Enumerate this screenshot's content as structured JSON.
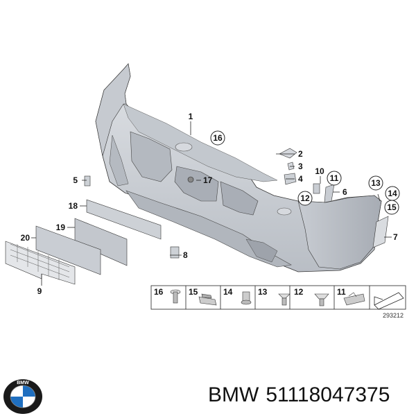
{
  "diagram": {
    "part_labels": {
      "p1": "1",
      "p2": "2",
      "p3": "3",
      "p4": "4",
      "p5": "5",
      "p6": "6",
      "p7": "7",
      "p8": "8",
      "p9": "9",
      "p10": "10",
      "p11": "11",
      "p12": "12",
      "p13": "13",
      "p14": "14",
      "p15": "15",
      "p16": "16",
      "p17": "17",
      "p18": "18",
      "p19": "19",
      "p20": "20"
    },
    "fastener_strip": [
      "16",
      "15",
      "14",
      "13",
      "12",
      "11"
    ],
    "diagram_code": "293212"
  },
  "footer": {
    "brand": "BMW",
    "part_number": "51118047375"
  },
  "colors": {
    "bumper": "#cfd3d8",
    "bumper_shade": "#aeb3ba",
    "outline": "#222222",
    "logo_blue": "#1f6fc0"
  },
  "icons": [
    "bmw-logo-icon",
    "arrow-icon"
  ]
}
